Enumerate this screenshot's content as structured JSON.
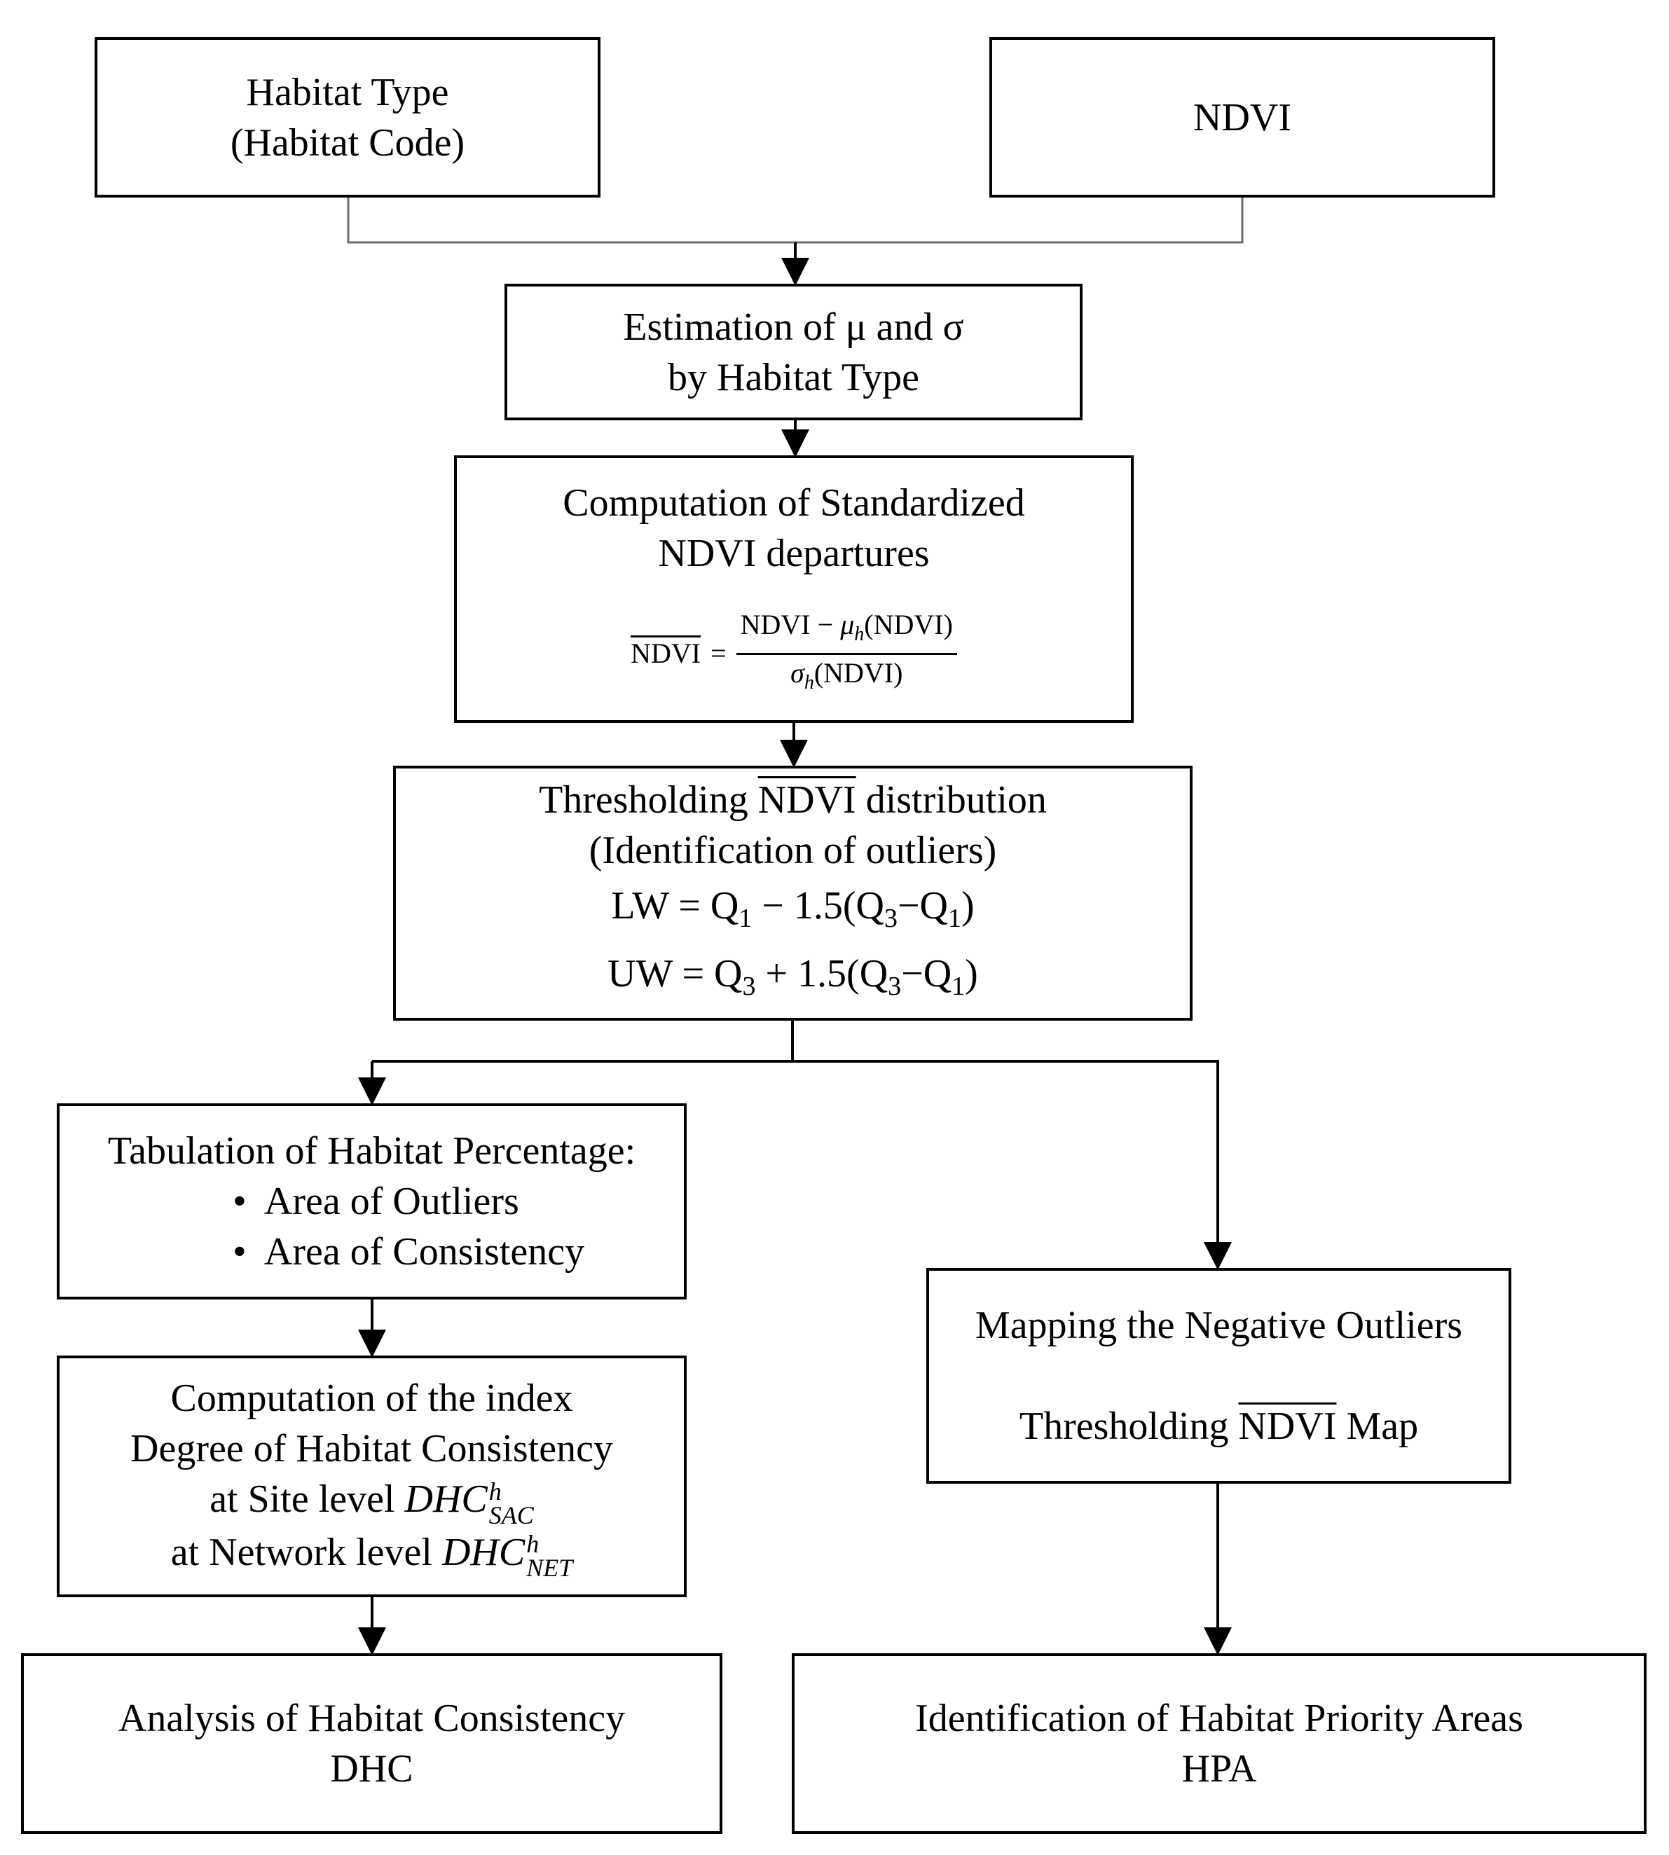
{
  "nodes": {
    "habitat_type": {
      "line1": "Habitat Type",
      "line2": "(Habitat Code)"
    },
    "ndvi": {
      "label": "NDVI"
    },
    "estimation": {
      "line1": "Estimation of μ and σ",
      "line2": "by Habitat Type"
    },
    "computation": {
      "line1": "Computation of Standardized",
      "line2": "NDVI departures",
      "formula_lhs": "NDVI",
      "formula_eq": "=",
      "formula_num_a": "NDVI − ",
      "formula_mu": "μ",
      "formula_h": "h",
      "formula_num_b": "(NDVI)",
      "formula_sigma": "σ",
      "formula_den_b": "(NDVI)"
    },
    "thresholding": {
      "line1_a": "Thresholding ",
      "line1_ndvi": "NDVI",
      "line1_b": "  distribution",
      "line2": "(Identification of outliers)",
      "lw_a": "LW = Q",
      "lw_s1": "1",
      "lw_b": " − 1.5(Q",
      "lw_s2": "3",
      "lw_c": "−Q",
      "lw_s3": "1",
      "lw_d": ")",
      "uw_a": "UW = Q",
      "uw_s1": "3",
      "uw_b": " + 1.5(Q",
      "uw_s2": "3",
      "uw_c": "−Q",
      "uw_s3": "1",
      "uw_d": ")"
    },
    "tabulation": {
      "title": "Tabulation of Habitat Percentage:",
      "items": [
        "Area of Outliers",
        "Area of Consistency"
      ]
    },
    "dhc_index": {
      "line1": "Computation of the index",
      "line2": "Degree of Habitat Consistency",
      "line3": "at Site level  ",
      "line4": "at Network level  ",
      "sym": "DHC",
      "sup": "h",
      "sub_sac": "SAC",
      "sub_net": "NET"
    },
    "mapping": {
      "line1": "Mapping the Negative Outliers",
      "line2_a": "Thresholding ",
      "line2_ndvi": "NDVI",
      "line2_b": "  Map"
    },
    "analysis": {
      "line1": "Analysis of Habitat Consistency",
      "line2": "DHC"
    },
    "identification": {
      "line1": "Identification of Habitat Priority Areas",
      "line2": "HPA"
    }
  }
}
